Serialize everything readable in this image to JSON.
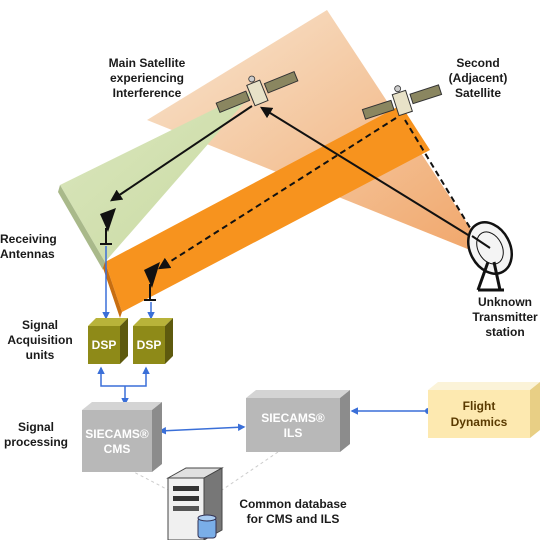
{
  "labels": {
    "main_satellite": [
      "Main Satellite",
      "experiencing",
      "Interference"
    ],
    "second_satellite": [
      "Second",
      "(Adjacent)",
      "Satellite"
    ],
    "receiving_antennas": [
      "Receiving",
      "Antennas"
    ],
    "signal_acquisition": [
      "Signal",
      "Acquisition",
      "units"
    ],
    "signal_processing": [
      "Signal",
      "processing"
    ],
    "unknown_transmitter": [
      "Unknown",
      "Transmitter",
      "station"
    ],
    "common_database": [
      "Common database",
      "for CMS and ILS"
    ]
  },
  "boxes": {
    "dsp_left": "DSP",
    "dsp_right": "DSP",
    "cms": [
      "SIECAMS®",
      "CMS"
    ],
    "ils": [
      "SIECAMS®",
      "ILS"
    ],
    "flight_dynamics": [
      "Flight",
      "Dynamics"
    ]
  },
  "colors": {
    "green_beam": "#d4e2b4",
    "orange_beam": "#f7931e",
    "gradient_beam_light": "#f7e3cc",
    "gradient_beam_dark": "#f2a05e",
    "dsp_fill": "#8e8a18",
    "server_box": "#b8b8b8",
    "flight_box": "#fde9b0",
    "connector_blue": "#3a6fd8"
  }
}
